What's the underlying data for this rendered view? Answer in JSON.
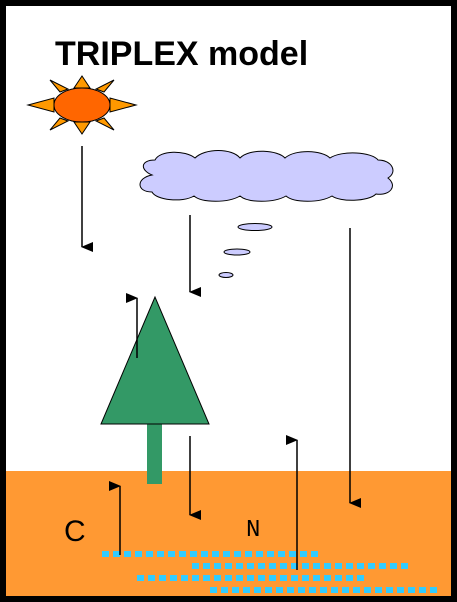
{
  "title": "TRIPLEX model",
  "labels": {
    "carbon": "C",
    "nitrogen": "N"
  },
  "icons": [
    "sun-icon",
    "cloud-icon",
    "tree-icon",
    "soil-layer",
    "nutrient-dots"
  ],
  "colors": {
    "frame": "#000000",
    "sky": "#ffffff",
    "soil": "#ff9933",
    "sun_core": "#ff6600",
    "sun_rays": "#ff9900",
    "cloud_fill": "#ccccff",
    "tree_canopy": "#339966",
    "tree_trunk": "#339966",
    "nutrient_dots": "#33ccff",
    "arrows": "#000000"
  }
}
